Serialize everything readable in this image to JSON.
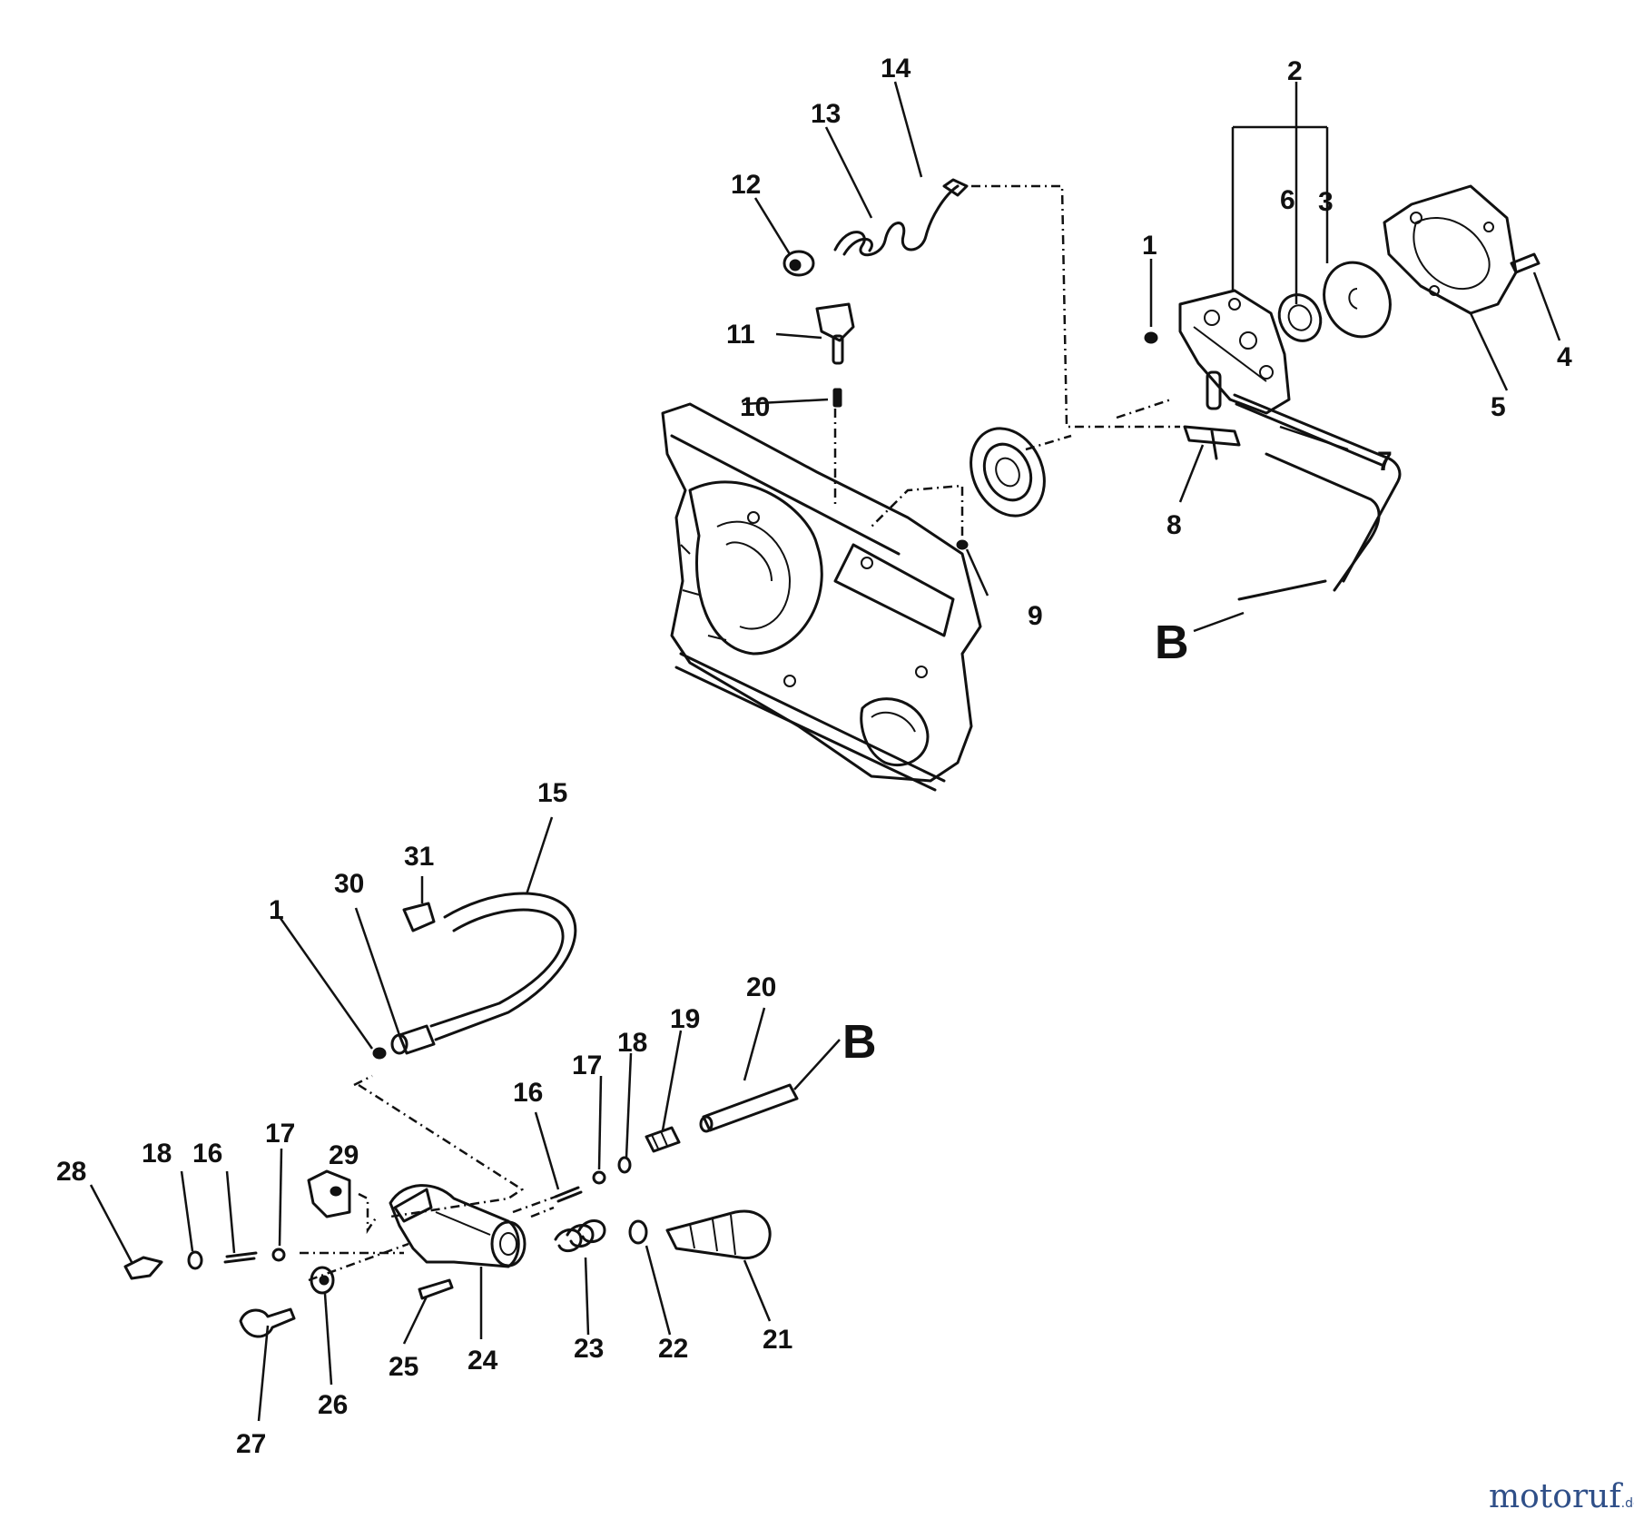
{
  "parts_top": {
    "p1": "1",
    "p2": "2",
    "p3": "3",
    "p4": "4",
    "p5": "5",
    "p6": "6",
    "p7": "7",
    "p8": "8",
    "p9": "9",
    "p10": "10",
    "p11": "11",
    "p12": "12",
    "p13": "13",
    "p14": "14",
    "connector_b": "B"
  },
  "parts_bottom": {
    "p15": "15",
    "p31": "31",
    "p30": "30",
    "p1": "1",
    "p20": "20",
    "connector_b": "B",
    "p19": "19",
    "p18a": "18",
    "p17a": "17",
    "p16a": "16",
    "p28": "28",
    "p18b": "18",
    "p16b": "16",
    "p17b": "17",
    "p29": "29",
    "p27": "27",
    "p26": "26",
    "p25": "25",
    "p24": "24",
    "p23": "23",
    "p22": "22",
    "p21": "21"
  },
  "watermark": {
    "brand_main": "motoruf",
    "brand_tld": ".de"
  }
}
